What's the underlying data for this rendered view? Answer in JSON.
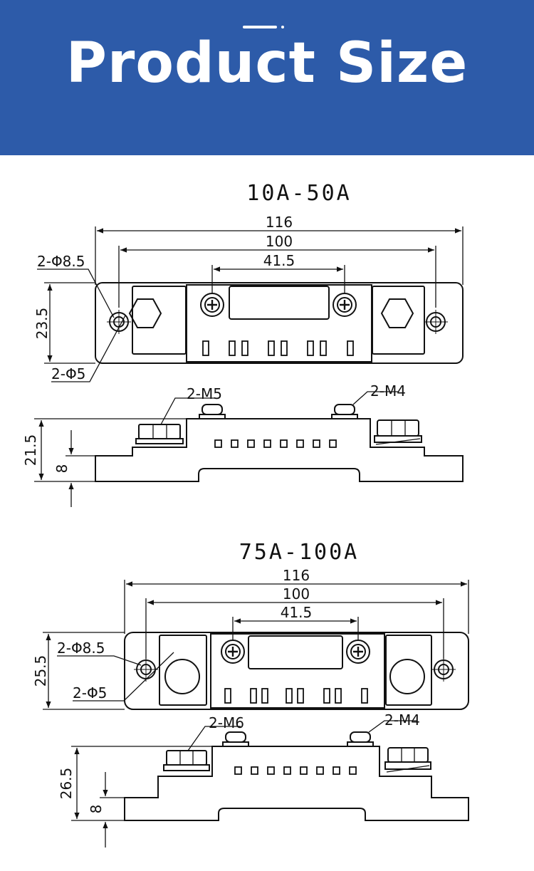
{
  "banner": {
    "title": "Product Size",
    "color": "#2d5ba9"
  },
  "drawings": [
    {
      "model": "10A-50A",
      "top_view": {
        "overall_length": "116",
        "hole_pitch": "100",
        "terminal_pitch": "41.5",
        "height": "23.5",
        "mount_hole_label": "2-Φ8.5",
        "inner_hole_label": "2-Φ5"
      },
      "side_view": {
        "main_bolt_label": "2-M5",
        "small_screw_label": "2-M4",
        "total_height": "21.5",
        "base_height": "8"
      }
    },
    {
      "model": "75A-100A",
      "top_view": {
        "overall_length": "116",
        "hole_pitch": "100",
        "terminal_pitch": "41.5",
        "height": "25.5",
        "mount_hole_label": "2-Φ8.5",
        "inner_hole_label": "2-Φ5"
      },
      "side_view": {
        "main_bolt_label": "2-M6",
        "small_screw_label": "2-M4",
        "total_height": "26.5",
        "base_height": "8"
      }
    }
  ]
}
